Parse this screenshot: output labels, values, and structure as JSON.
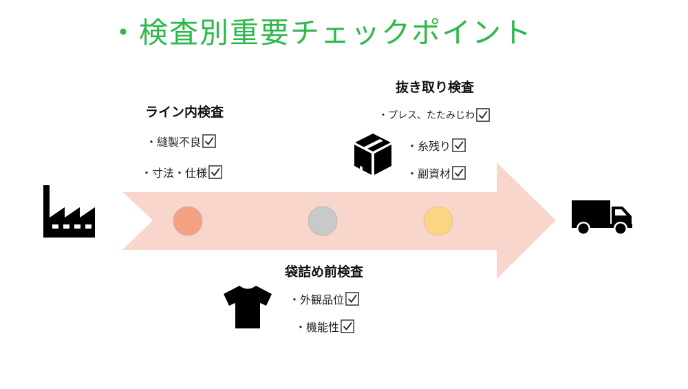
{
  "title": "・検査別重要チェックポイント",
  "stages": {
    "inline": {
      "heading": "ライン内検査",
      "items": [
        "・縫製不良",
        "・寸法・仕様"
      ]
    },
    "sampling": {
      "heading": "抜き取り検査",
      "items": [
        "・プレス、たたみじわ",
        "・糸残り",
        "・副資材"
      ]
    },
    "prebag": {
      "heading": "袋詰め前検査",
      "items": [
        "・外観品位",
        "・機能性"
      ]
    }
  },
  "colors": {
    "title": "#2db84b",
    "arrow": "#f8d6cc",
    "dot_inline": "#f4a184",
    "dot_sampling": "#c9c9c9",
    "dot_prebag": "#fdd384",
    "icon": "#000000"
  },
  "icons": [
    "factory-icon",
    "box-icon",
    "tshirt-icon",
    "truck-icon",
    "checkbox-icon"
  ]
}
